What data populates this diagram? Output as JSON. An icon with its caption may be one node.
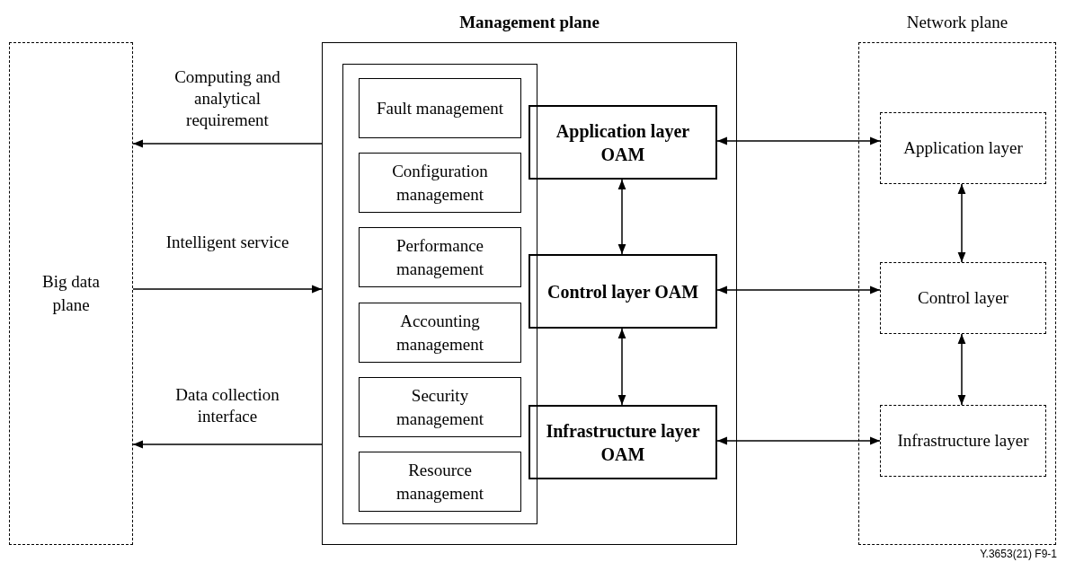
{
  "diagram": {
    "nodes": [
      {
        "text": [
          "Big data plane"
        ]
      },
      {
        "text": [
          "Management plane"
        ]
      },
      {
        "text": [],
        "shape": "box",
        "in": 1
      },
      {
        "text": [
          "Fault management"
        ],
        "in": 2
      },
      {
        "text": [
          "Configuration management"
        ],
        "in": 2
      },
      {
        "text": [
          "Performance management"
        ],
        "in": 2
      },
      {
        "text": [
          "Accounting management"
        ],
        "in": 2
      },
      {
        "text": [
          "Security management"
        ],
        "in": 2
      },
      {
        "text": [
          "Resource management"
        ],
        "in": 2
      },
      {
        "text": [
          "Application layer OAM"
        ],
        "in": 1
      },
      {
        "text": [
          "Control layer OAM"
        ],
        "in": 1
      },
      {
        "text": [
          "Infrastructure layer OAM"
        ],
        "in": 1
      },
      {
        "text": [
          "Network plane"
        ]
      },
      {
        "text": [
          "Application layer"
        ],
        "in": 12
      },
      {
        "text": [
          "Control layer"
        ],
        "in": 12
      },
      {
        "text": [
          "Infrastructure layer"
        ],
        "in": 12
      }
    ],
    "edges": [
      {
        "from": 1,
        "to": 0,
        "arrow": "to",
        "label": "Computing and analytical requirement"
      },
      {
        "from": 0,
        "to": 1,
        "arrow": "to",
        "label": "Intelligent service"
      },
      {
        "from": 1,
        "to": 0,
        "arrow": "to",
        "label": "Data collection interface"
      },
      {
        "from": 9,
        "to": 10,
        "arrow": "both"
      },
      {
        "from": 10,
        "to": 11,
        "arrow": "both"
      },
      {
        "from": 9,
        "to": 13,
        "arrow": "both"
      },
      {
        "from": 10,
        "to": 14,
        "arrow": "both"
      },
      {
        "from": 11,
        "to": 15,
        "arrow": "both"
      },
      {
        "from": 13,
        "to": 14,
        "arrow": "both"
      },
      {
        "from": 14,
        "to": 15,
        "arrow": "both"
      }
    ],
    "labels": [
      "Y.3653(21) F9-1"
    ]
  }
}
